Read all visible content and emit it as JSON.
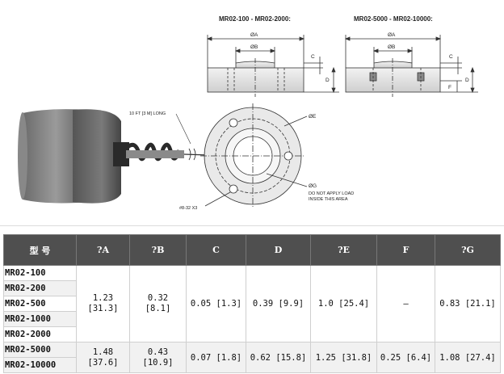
{
  "drawing": {
    "title_small": "MR02-100 - MR02-2000:",
    "title_large": "MR02-5000 - MR02-10000:",
    "dim_labels": [
      "ØA",
      "ØB",
      "C",
      "D",
      "ØA",
      "ØB",
      "C",
      "D",
      "F",
      "ØE",
      "ØG"
    ],
    "cable_note": "10 FT [3 M] LONG",
    "thread_note": "#8-32 X3",
    "warning_line1": "DO NOT APPLY LOAD",
    "warning_line2": "INSIDE THIS AREA"
  },
  "table": {
    "headers": [
      "型 号",
      "?A",
      "?B",
      "C",
      "D",
      "?E",
      "F",
      "?G"
    ],
    "group1": {
      "models": [
        "MR02-100",
        "MR02-200",
        "MR02-500",
        "MR02-1000",
        "MR02-2000"
      ],
      "A": [
        "1.23",
        "[31.3]"
      ],
      "B": [
        "0.32",
        "[8.1]"
      ],
      "C": "0.05 [1.3]",
      "D": "0.39 [9.9]",
      "E": "1.0 [25.4]",
      "F": "–",
      "G": "0.83 [21.1]"
    },
    "group2": {
      "models": [
        "MR02-5000",
        "MR02-10000"
      ],
      "A": [
        "1.48",
        "[37.6]"
      ],
      "B": [
        "0.43",
        "[10.9]"
      ],
      "C": "0.07 [1.8]",
      "D": "0.62 [15.8]",
      "E": "1.25 [31.8]",
      "F": "0.25 [6.4]",
      "G": "1.08 [27.4]"
    }
  }
}
